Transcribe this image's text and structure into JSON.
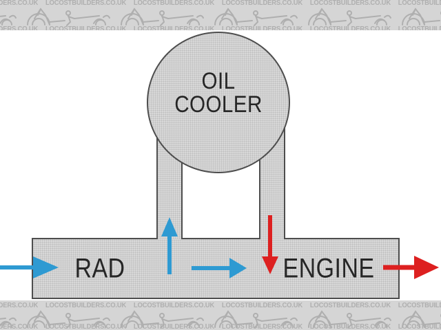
{
  "watermark": {
    "text": "LOCOSTBUILDERS.CO.UK",
    "band_background": "#d5d5d5",
    "ink": "#afafaf",
    "car_icon": "locost-car-icon"
  },
  "diagram": {
    "rad_label": "RAD",
    "engine_label": "ENGINE",
    "oil_cooler_line1": "OIL",
    "oil_cooler_line2": "COOLER",
    "colors": {
      "background": "#ffffff",
      "component_fill": "#d9d9d9",
      "component_border": "#4d4d4d",
      "label_ink": "#262626",
      "cool_flow": "#2e9ad2",
      "hot_flow": "#dd2020"
    },
    "flow_arrows": [
      {
        "id": "coolant-inlet-arrow",
        "direction": "right",
        "temperature": "cool"
      },
      {
        "id": "left-pipe-up-arrow",
        "direction": "up",
        "temperature": "cool"
      },
      {
        "id": "rad-to-engine-arrow",
        "direction": "right",
        "temperature": "cool"
      },
      {
        "id": "right-pipe-down-arrow",
        "direction": "down",
        "temperature": "hot"
      },
      {
        "id": "engine-outlet-arrow",
        "direction": "right",
        "temperature": "hot"
      }
    ]
  }
}
